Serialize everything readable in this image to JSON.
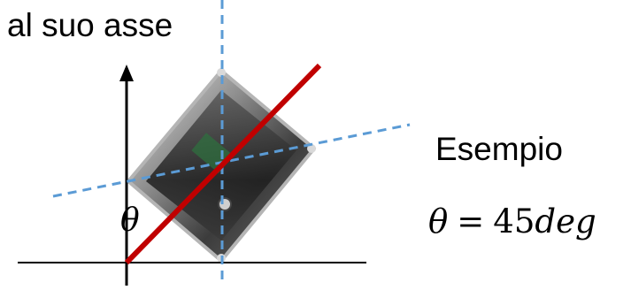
{
  "labels": {
    "top_text": "al suo asse",
    "example_text": "Esempio",
    "theta_symbol": "θ",
    "equation": {
      "lhs": "θ",
      "operator": "=",
      "value": "45",
      "unit": "deg"
    }
  },
  "colors": {
    "axis": "#000000",
    "rotation_line": "#c00000",
    "dashed_axis": "#5b9bd5"
  },
  "icons": {
    "object": "rotated-cube-photo",
    "arrow": "arrow-up-icon"
  }
}
